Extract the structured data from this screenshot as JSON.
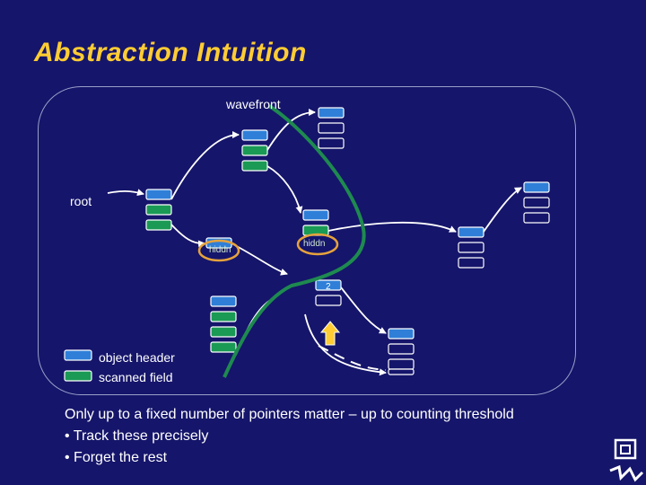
{
  "slide": {
    "title": "Abstraction Intuition"
  },
  "diagram": {
    "labels": {
      "wavefront": "wavefront",
      "root": "root",
      "hidden_left": "hiddn",
      "hidden_right": "hiddn",
      "counter": "2"
    },
    "legend": {
      "object_header": "object header",
      "scanned_field": "scanned field"
    },
    "colors": {
      "background": "#15156b",
      "title": "#ffcc33",
      "object_header": "#2f7fd8",
      "scanned_field": "#1a9a55",
      "unscanned_field": "#15156b",
      "wavefront": "#1e8a4f",
      "hidden_ring": "#e6a23c",
      "arrow_up": "#ffcc33",
      "edges": "#ffffff"
    }
  },
  "caption": {
    "line1": "Only up to a fixed number of pointers matter – up to counting threshold",
    "bullet1": "• Track these precisely",
    "bullet2": "• Forget the rest"
  }
}
